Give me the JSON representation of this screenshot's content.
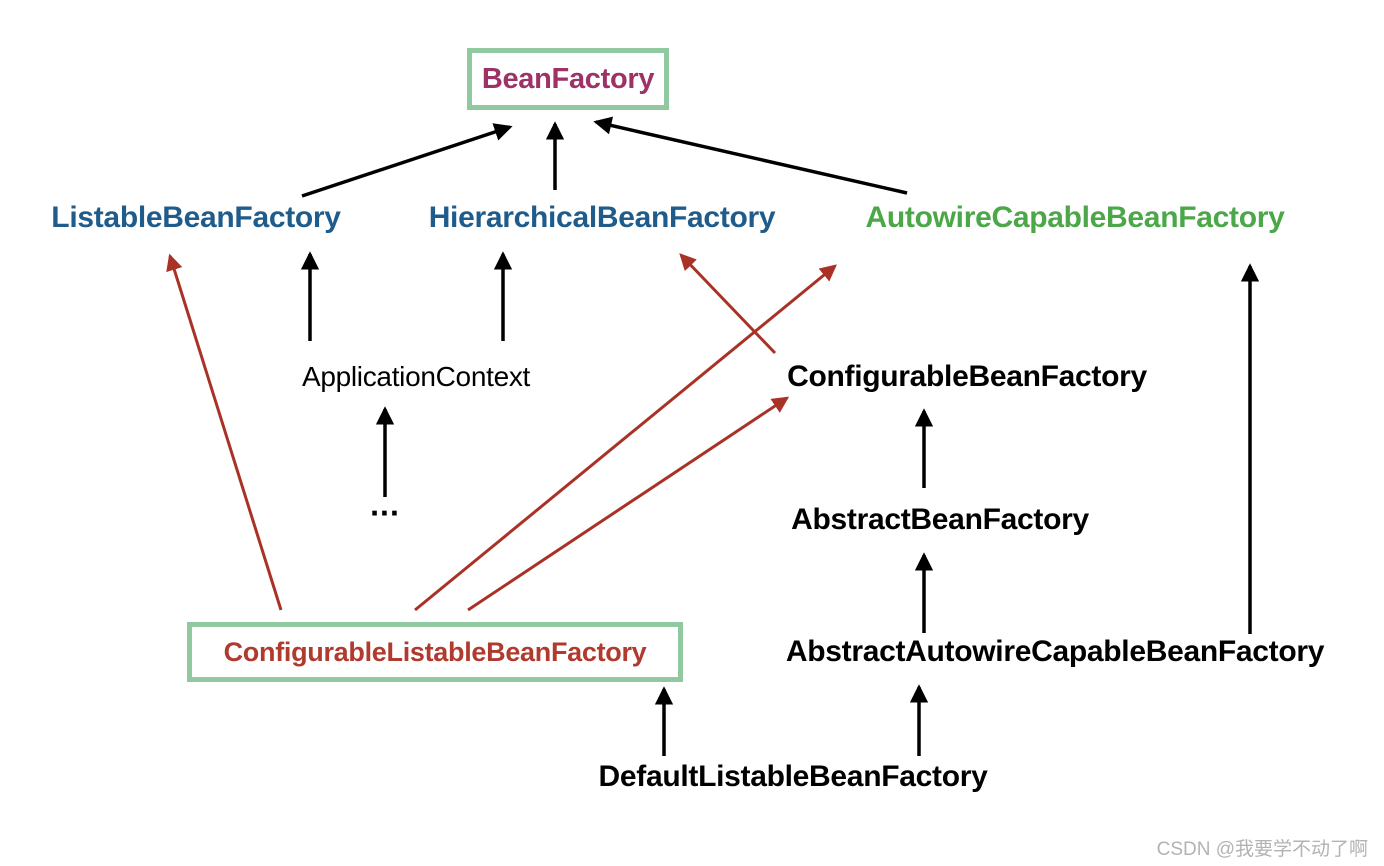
{
  "diagram": {
    "type": "class-hierarchy",
    "subject": "Spring BeanFactory interface hierarchy",
    "colors": {
      "box_border_green": "#90C89F",
      "beanfactory_purple": "#9C3265",
      "interface_blue": "#1F5C8B",
      "autowire_green": "#4BA747",
      "extends_red": "#A93226",
      "edge_black": "#000000",
      "watermark_gray": "#B3B3B3",
      "background": "#FFFFFF"
    },
    "nodes": {
      "beanFactory": {
        "label": "BeanFactory",
        "style": "green-boxed purple text"
      },
      "listableBeanFactory": {
        "label": "ListableBeanFactory",
        "style": "blue bold"
      },
      "hierarchicalBeanFactory": {
        "label": "HierarchicalBeanFactory",
        "style": "blue bold"
      },
      "autowireCapableBeanFactory": {
        "label": "AutowireCapableBeanFactory",
        "style": "green bold"
      },
      "applicationContext": {
        "label": "ApplicationContext",
        "style": "black regular"
      },
      "configurableBeanFactory": {
        "label": "ConfigurableBeanFactory",
        "style": "black bold"
      },
      "ellipsis": {
        "label": "...",
        "style": "black bold"
      },
      "abstractBeanFactory": {
        "label": "AbstractBeanFactory",
        "style": "black bold"
      },
      "configurableListableBeanFactory": {
        "label": "ConfigurableListableBeanFactory",
        "style": "green-boxed red text"
      },
      "abstractAutowireCapableBeanFactory": {
        "label": "AbstractAutowireCapableBeanFactory",
        "style": "black bold"
      },
      "defaultListableBeanFactory": {
        "label": "DefaultListableBeanFactory",
        "style": "black bold"
      }
    },
    "edges": [
      {
        "from": "listableBeanFactory",
        "to": "beanFactory",
        "color": "black"
      },
      {
        "from": "hierarchicalBeanFactory",
        "to": "beanFactory",
        "color": "black"
      },
      {
        "from": "autowireCapableBeanFactory",
        "to": "beanFactory",
        "color": "black"
      },
      {
        "from": "applicationContext",
        "to": "listableBeanFactory",
        "color": "black"
      },
      {
        "from": "applicationContext",
        "to": "hierarchicalBeanFactory",
        "color": "black"
      },
      {
        "from": "ellipsis",
        "to": "applicationContext",
        "color": "black"
      },
      {
        "from": "configurableBeanFactory",
        "to": "hierarchicalBeanFactory",
        "color": "red"
      },
      {
        "from": "abstractBeanFactory",
        "to": "configurableBeanFactory",
        "color": "black"
      },
      {
        "from": "abstractAutowireCapableBeanFactory",
        "to": "abstractBeanFactory",
        "color": "black"
      },
      {
        "from": "abstractAutowireCapableBeanFactory",
        "to": "autowireCapableBeanFactory",
        "color": "black"
      },
      {
        "from": "configurableListableBeanFactory",
        "to": "listableBeanFactory",
        "color": "red"
      },
      {
        "from": "configurableListableBeanFactory",
        "to": "autowireCapableBeanFactory",
        "color": "red"
      },
      {
        "from": "configurableListableBeanFactory",
        "to": "configurableBeanFactory",
        "color": "red"
      },
      {
        "from": "defaultListableBeanFactory",
        "to": "configurableListableBeanFactory",
        "color": "black"
      },
      {
        "from": "defaultListableBeanFactory",
        "to": "abstractAutowireCapableBeanFactory",
        "color": "black"
      }
    ],
    "watermark": "CSDN @我要学不动了啊"
  }
}
